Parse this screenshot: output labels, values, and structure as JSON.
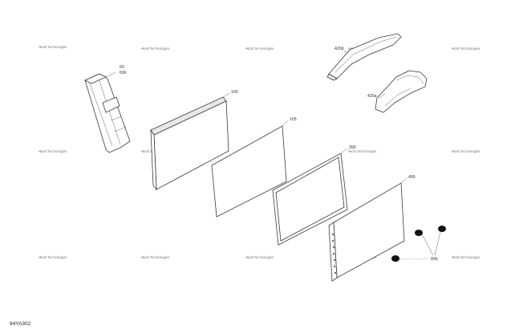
{
  "watermark": "•Bold Technologies",
  "diagram_code": "94YA302",
  "callouts": {
    "c60": "60",
    "c60h": "60h",
    "c100": "100",
    "c105": "105",
    "c390": "390",
    "c400": "400",
    "c420b": "420b",
    "c420a": "420a",
    "c80b": "80b"
  },
  "colors": {
    "line": "#3a3a3a",
    "watermark": "#7a7a7a",
    "rubber": "#111111"
  }
}
